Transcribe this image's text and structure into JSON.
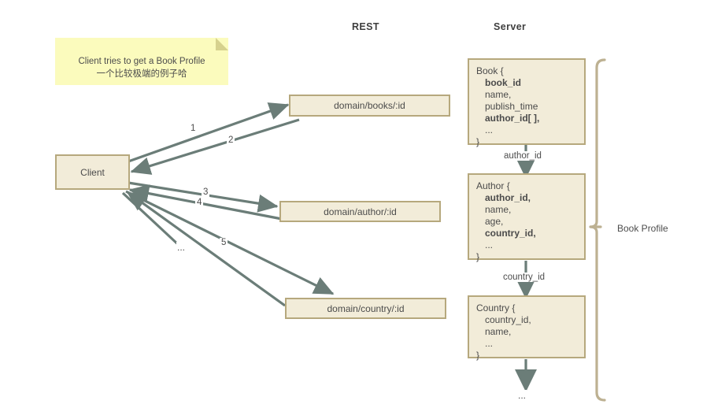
{
  "diagram": {
    "title_columns": [
      {
        "label": "REST"
      },
      {
        "label": "Server"
      }
    ],
    "note": {
      "line1": "Client tries to get a Book Profile",
      "line2": "一个比较极端的例子哈",
      "fill": "#fbfbbd"
    },
    "client": {
      "label": "Client"
    },
    "endpoints": [
      {
        "label": "domain/books/:id"
      },
      {
        "label": "domain/author/:id"
      },
      {
        "label": "domain/country/:id"
      }
    ],
    "entities": [
      {
        "name": "book-entity",
        "lines": [
          {
            "text": "Book {",
            "bold": false,
            "indent": false
          },
          {
            "text": "book_id",
            "bold": true,
            "indent": true
          },
          {
            "text": "name,",
            "bold": false,
            "indent": true
          },
          {
            "text": "publish_time",
            "bold": false,
            "indent": true
          },
          {
            "text": "author_id[ ],",
            "bold": true,
            "indent": true
          },
          {
            "text": "...",
            "bold": false,
            "indent": true
          },
          {
            "text": "}",
            "bold": false,
            "indent": false
          }
        ]
      },
      {
        "name": "author-entity",
        "lines": [
          {
            "text": "Author {",
            "bold": false,
            "indent": false
          },
          {
            "text": "author_id,",
            "bold": true,
            "indent": true
          },
          {
            "text": "name,",
            "bold": false,
            "indent": true
          },
          {
            "text": "age,",
            "bold": false,
            "indent": true
          },
          {
            "text": "country_id,",
            "bold": true,
            "indent": true
          },
          {
            "text": "...",
            "bold": false,
            "indent": true
          },
          {
            "text": "}",
            "bold": false,
            "indent": false
          }
        ]
      },
      {
        "name": "country-entity",
        "lines": [
          {
            "text": "Country {",
            "bold": false,
            "indent": false
          },
          {
            "text": "country_id,",
            "bold": false,
            "indent": true
          },
          {
            "text": "name,",
            "bold": false,
            "indent": true
          },
          {
            "text": "...",
            "bold": false,
            "indent": true
          },
          {
            "text": "}",
            "bold": false,
            "indent": false
          }
        ]
      }
    ],
    "edge_numbers": [
      "1",
      "2",
      "3",
      "4",
      "5"
    ],
    "edge_ellipsis": "...",
    "entity_link_labels": [
      "author_id",
      "country_id"
    ],
    "bottom_ellipsis": "...",
    "bracket_label": "Book Profile",
    "colors": {
      "box_fill": "#f2ecd9",
      "box_border": "#b6a87d",
      "arrow": "#6b7d78",
      "bracket": "#b6a87d",
      "note_fill": "#fbfbbd",
      "text": "#4d4d4d"
    }
  }
}
